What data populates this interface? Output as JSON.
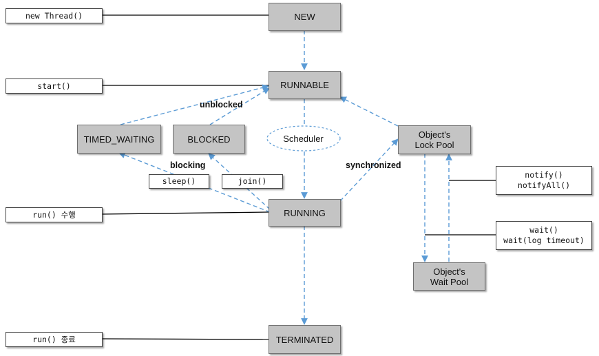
{
  "states": {
    "new": "NEW",
    "runnable": "RUNNABLE",
    "timed_waiting": "TIMED_WAITING",
    "blocked": "BLOCKED",
    "running": "RUNNING",
    "terminated": "TERMINATED",
    "lock_pool_line1": "Object's",
    "lock_pool_line2": "Lock Pool",
    "wait_pool_line1": "Object's",
    "wait_pool_line2": "Wait Pool"
  },
  "scheduler": "Scheduler",
  "labels": {
    "new_thread": "new Thread()",
    "start": "start()",
    "run_exec": "run() 수행",
    "run_end": "run() 종료",
    "sleep": "sleep()",
    "join": "join()",
    "notify": "notify()",
    "notify_all": "notifyAll()",
    "wait": "wait()",
    "wait_timeout": "wait(log timeout)"
  },
  "edge_labels": {
    "unblocked": "unblocked",
    "blocking": "blocking",
    "synchronized": "synchronized"
  },
  "colors": {
    "state_fill": "#c4c4c4",
    "dashed_arrow": "#5b9bd5",
    "solid_line": "#000000"
  }
}
